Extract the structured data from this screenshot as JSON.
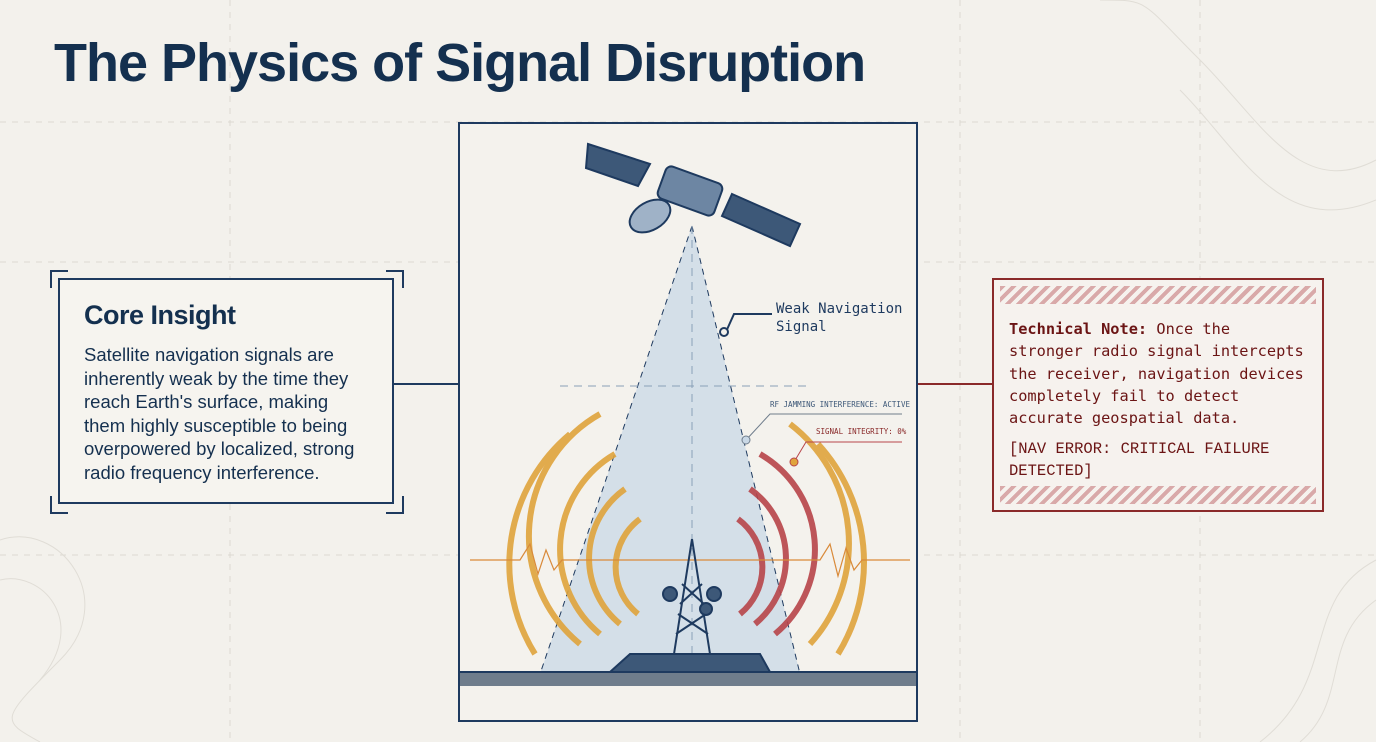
{
  "title": "The Physics of Signal Disruption",
  "core_insight": {
    "heading": "Core Insight",
    "body": "Satellite navigation signals are inherently weak by the time they reach Earth's surface, making them highly susceptible to being overpowered by localized, strong radio frequency interference."
  },
  "diagram": {
    "weak_signal_label": "Weak Navigation Signal",
    "jamming_label": "RF JAMMING INTERFERENCE: ACTIVE",
    "integrity_label": "SIGNAL INTEGRITY: 0%",
    "colors": {
      "navy": "#1e3a5f",
      "jam_orange": "#e0a43c",
      "jam_red": "#b8454a",
      "beam": "#c9d8e6"
    }
  },
  "technical_note": {
    "label": "Technical Note:",
    "body": "Once the stronger radio signal intercepts the receiver, navigation devices completely fail to detect accurate geospatial data.",
    "error": "[NAV ERROR: CRITICAL FAILURE DETECTED]"
  }
}
